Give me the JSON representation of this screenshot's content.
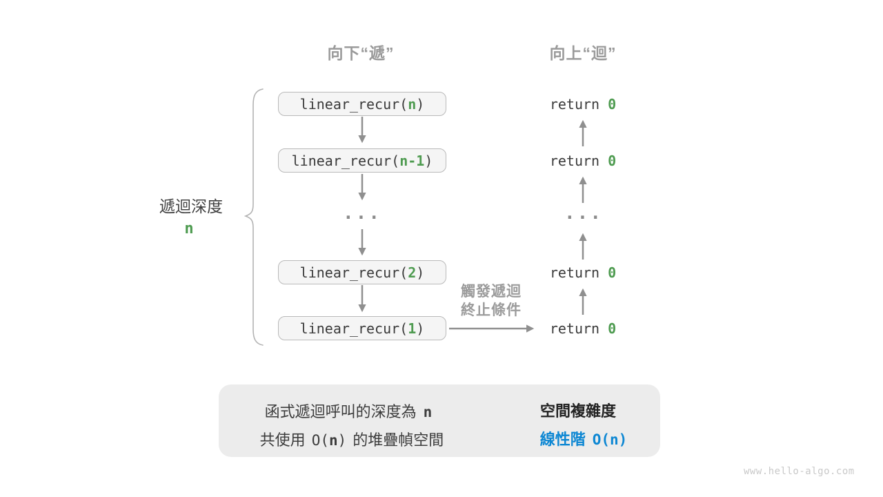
{
  "headers": {
    "down": "向下“遞”",
    "up": "向上“迴”"
  },
  "depth_brace_label": {
    "text": "遞迴深度",
    "variable": "n"
  },
  "call_stack": {
    "boxes": [
      {
        "prefix": "linear_recur(",
        "arg": "n",
        "suffix": ")"
      },
      {
        "prefix": "linear_recur(",
        "arg": "n-1",
        "suffix": ")"
      },
      {
        "prefix": "linear_recur(",
        "arg": "2",
        "suffix": ")"
      },
      {
        "prefix": "linear_recur(",
        "arg": "1",
        "suffix": ")"
      }
    ],
    "ellipsis": "..."
  },
  "returns": {
    "rows": [
      {
        "keyword": "return",
        "value": "0"
      },
      {
        "keyword": "return",
        "value": "0"
      },
      {
        "keyword": "return",
        "value": "0"
      },
      {
        "keyword": "return",
        "value": "0"
      }
    ],
    "ellipsis": "..."
  },
  "base_case_label": {
    "line1": "觸發遞迴",
    "line2": "終止條件"
  },
  "summary_panel": {
    "left_line1": {
      "text": "函式遞迴呼叫的深度為",
      "variable": "n"
    },
    "left_line2": {
      "pre": "共使用",
      "big_o_open": "O(",
      "variable": "n",
      "big_o_close": ")",
      "post": "的堆疊幀空間"
    },
    "right_title": "空間複雜度",
    "right_result": {
      "pre": "線性階",
      "big_o": "O(n)"
    }
  },
  "watermark": "www.hello-algo.com",
  "colors": {
    "accent_green": "#4e9b50",
    "accent_blue": "#0d87d3",
    "arrow_gray": "#8f8f8f",
    "panel_bg": "#ececec"
  }
}
